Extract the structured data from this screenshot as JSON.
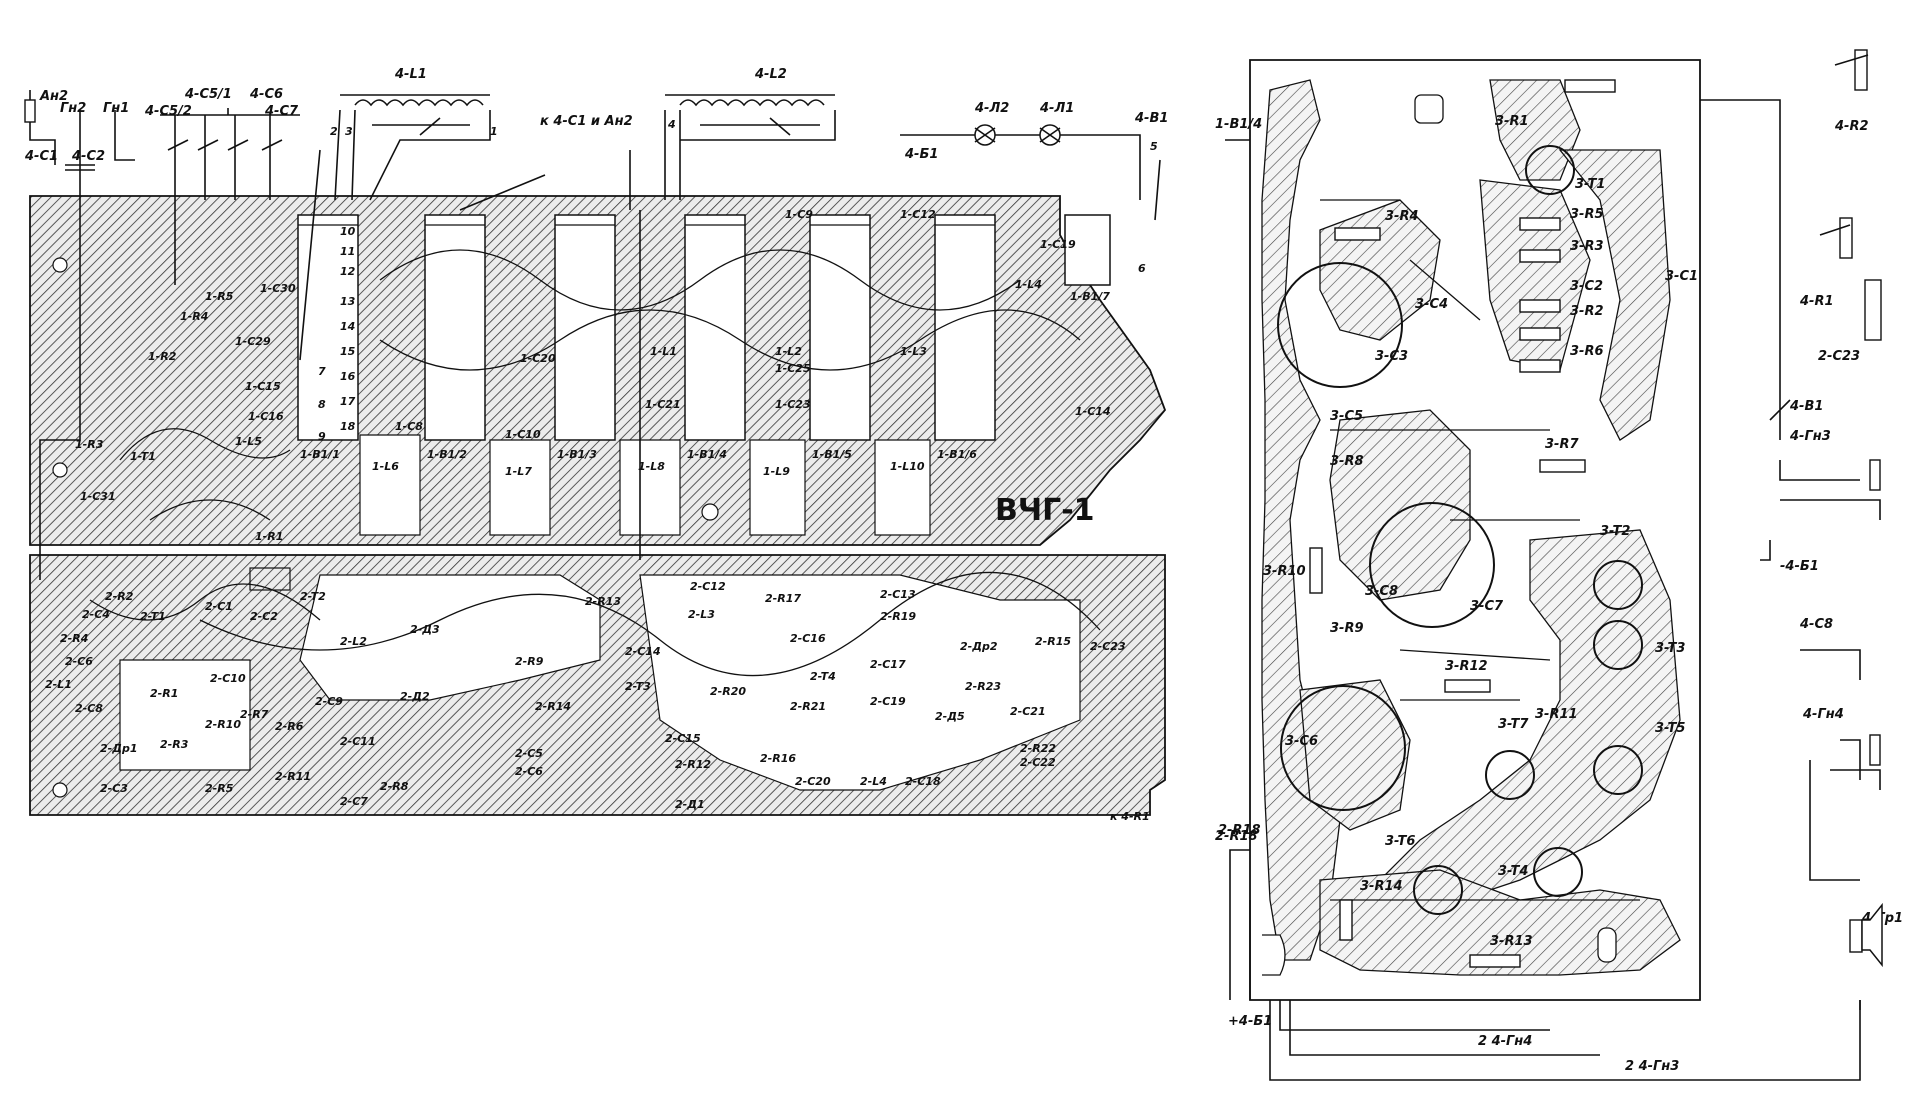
{
  "board_title": "ВЧГ-1",
  "top_components": [
    "4-L1",
    "4-L2",
    "4-Л2",
    "4-Л1",
    "4-В1",
    "4-Б1",
    "4-С5/1",
    "4-С6",
    "4-С7",
    "4-С5/2",
    "Ан2",
    "Гн2",
    "Гн1",
    "4-С1",
    "4-С2",
    "к 4-С1 и Ан2"
  ],
  "board1_labels": [
    "1-R3",
    "1-T1",
    "1-R2",
    "1-R5",
    "1-R4",
    "1-C30",
    "1-C29",
    "1-C31",
    "1-C15",
    "1-C16",
    "1-L5",
    "1-R1",
    "1-B1/1",
    "1-B1/2",
    "1-B1/3",
    "1-B1/4",
    "1-B1/5",
    "1-B1/6",
    "1-B1/7",
    "1-C20",
    "1-L6",
    "1-L7",
    "1-L8",
    "1-L9",
    "1-L10",
    "1-C14",
    "1-C19",
    "1-L4",
    "1-C8",
    "1-C10",
    "1-C21",
    "1-C23",
    "1-C25",
    "1-L1",
    "1-L2",
    "1-L3",
    "1-C9",
    "1-C12"
  ],
  "board2_labels": [
    "2-R2",
    "2-T1",
    "2-C4",
    "2-R4",
    "2-C6",
    "2-L1",
    "2-C8",
    "2-R1",
    "2-Др1",
    "2-R3",
    "2-R5",
    "2-C3",
    "2-C1",
    "2-C2",
    "2-T2",
    "2-C10",
    "2-R10",
    "2-R6",
    "2-R7",
    "2-R11",
    "2-C7",
    "2-C11",
    "2-C9",
    "2-L2",
    "2-R8",
    "2-Д3",
    "2-Д2",
    "2-R13",
    "2-R9",
    "2-R14",
    "2-C5",
    "2-C6",
    "2-T3",
    "2-C14",
    "2-C12",
    "2-L3",
    "2-R17",
    "2-C16",
    "2-R20",
    "2-C15",
    "2-R12",
    "2-R16",
    "2-Д1",
    "2-C13",
    "2-R19",
    "2-T4",
    "2-C17",
    "2-R21",
    "2-C19",
    "2-C20",
    "2-L4",
    "2-C18",
    "2-Др2",
    "2-R15",
    "2-C23",
    "2-R23",
    "2-Д5",
    "2-C21",
    "2-R22",
    "2-C22",
    "2-R18",
    "к 4-R1"
  ],
  "board3_labels": [
    "1-В1/4",
    "3-R1",
    "3-T1",
    "3-R4",
    "3-R5",
    "3-R3",
    "3-C1",
    "3-C4",
    "3-C2",
    "3-C3",
    "3-R2",
    "3-R6",
    "3-C5",
    "3-R7",
    "3-R8",
    "3-R10",
    "3-C8",
    "3-C7",
    "3-T2",
    "3-T3",
    "3-R9",
    "3-R12",
    "3-R11",
    "3-T5",
    "3-C6",
    "3-T7",
    "3-T6",
    "3-T4",
    "3-R14",
    "3-R13",
    "2-R18",
    "+4-Б1",
    "2  4-Гн4",
    "2  4-Гн3"
  ],
  "right_labels": [
    "4-R2",
    "4-R1",
    "2-С23",
    "4-В1",
    "4-Гн3",
    "-4-Б1",
    "4-С8",
    "4-Гн4",
    "4-Гр1"
  ],
  "pin_numbers": [
    "1",
    "2",
    "3",
    "4",
    "5",
    "6",
    "7",
    "8",
    "9",
    "10",
    "11",
    "12",
    "13",
    "14",
    "15",
    "16",
    "17",
    "18"
  ],
  "colors": {
    "ink": "#111111",
    "paper": "#ffffff",
    "board_fill": "#d4d4d4"
  }
}
